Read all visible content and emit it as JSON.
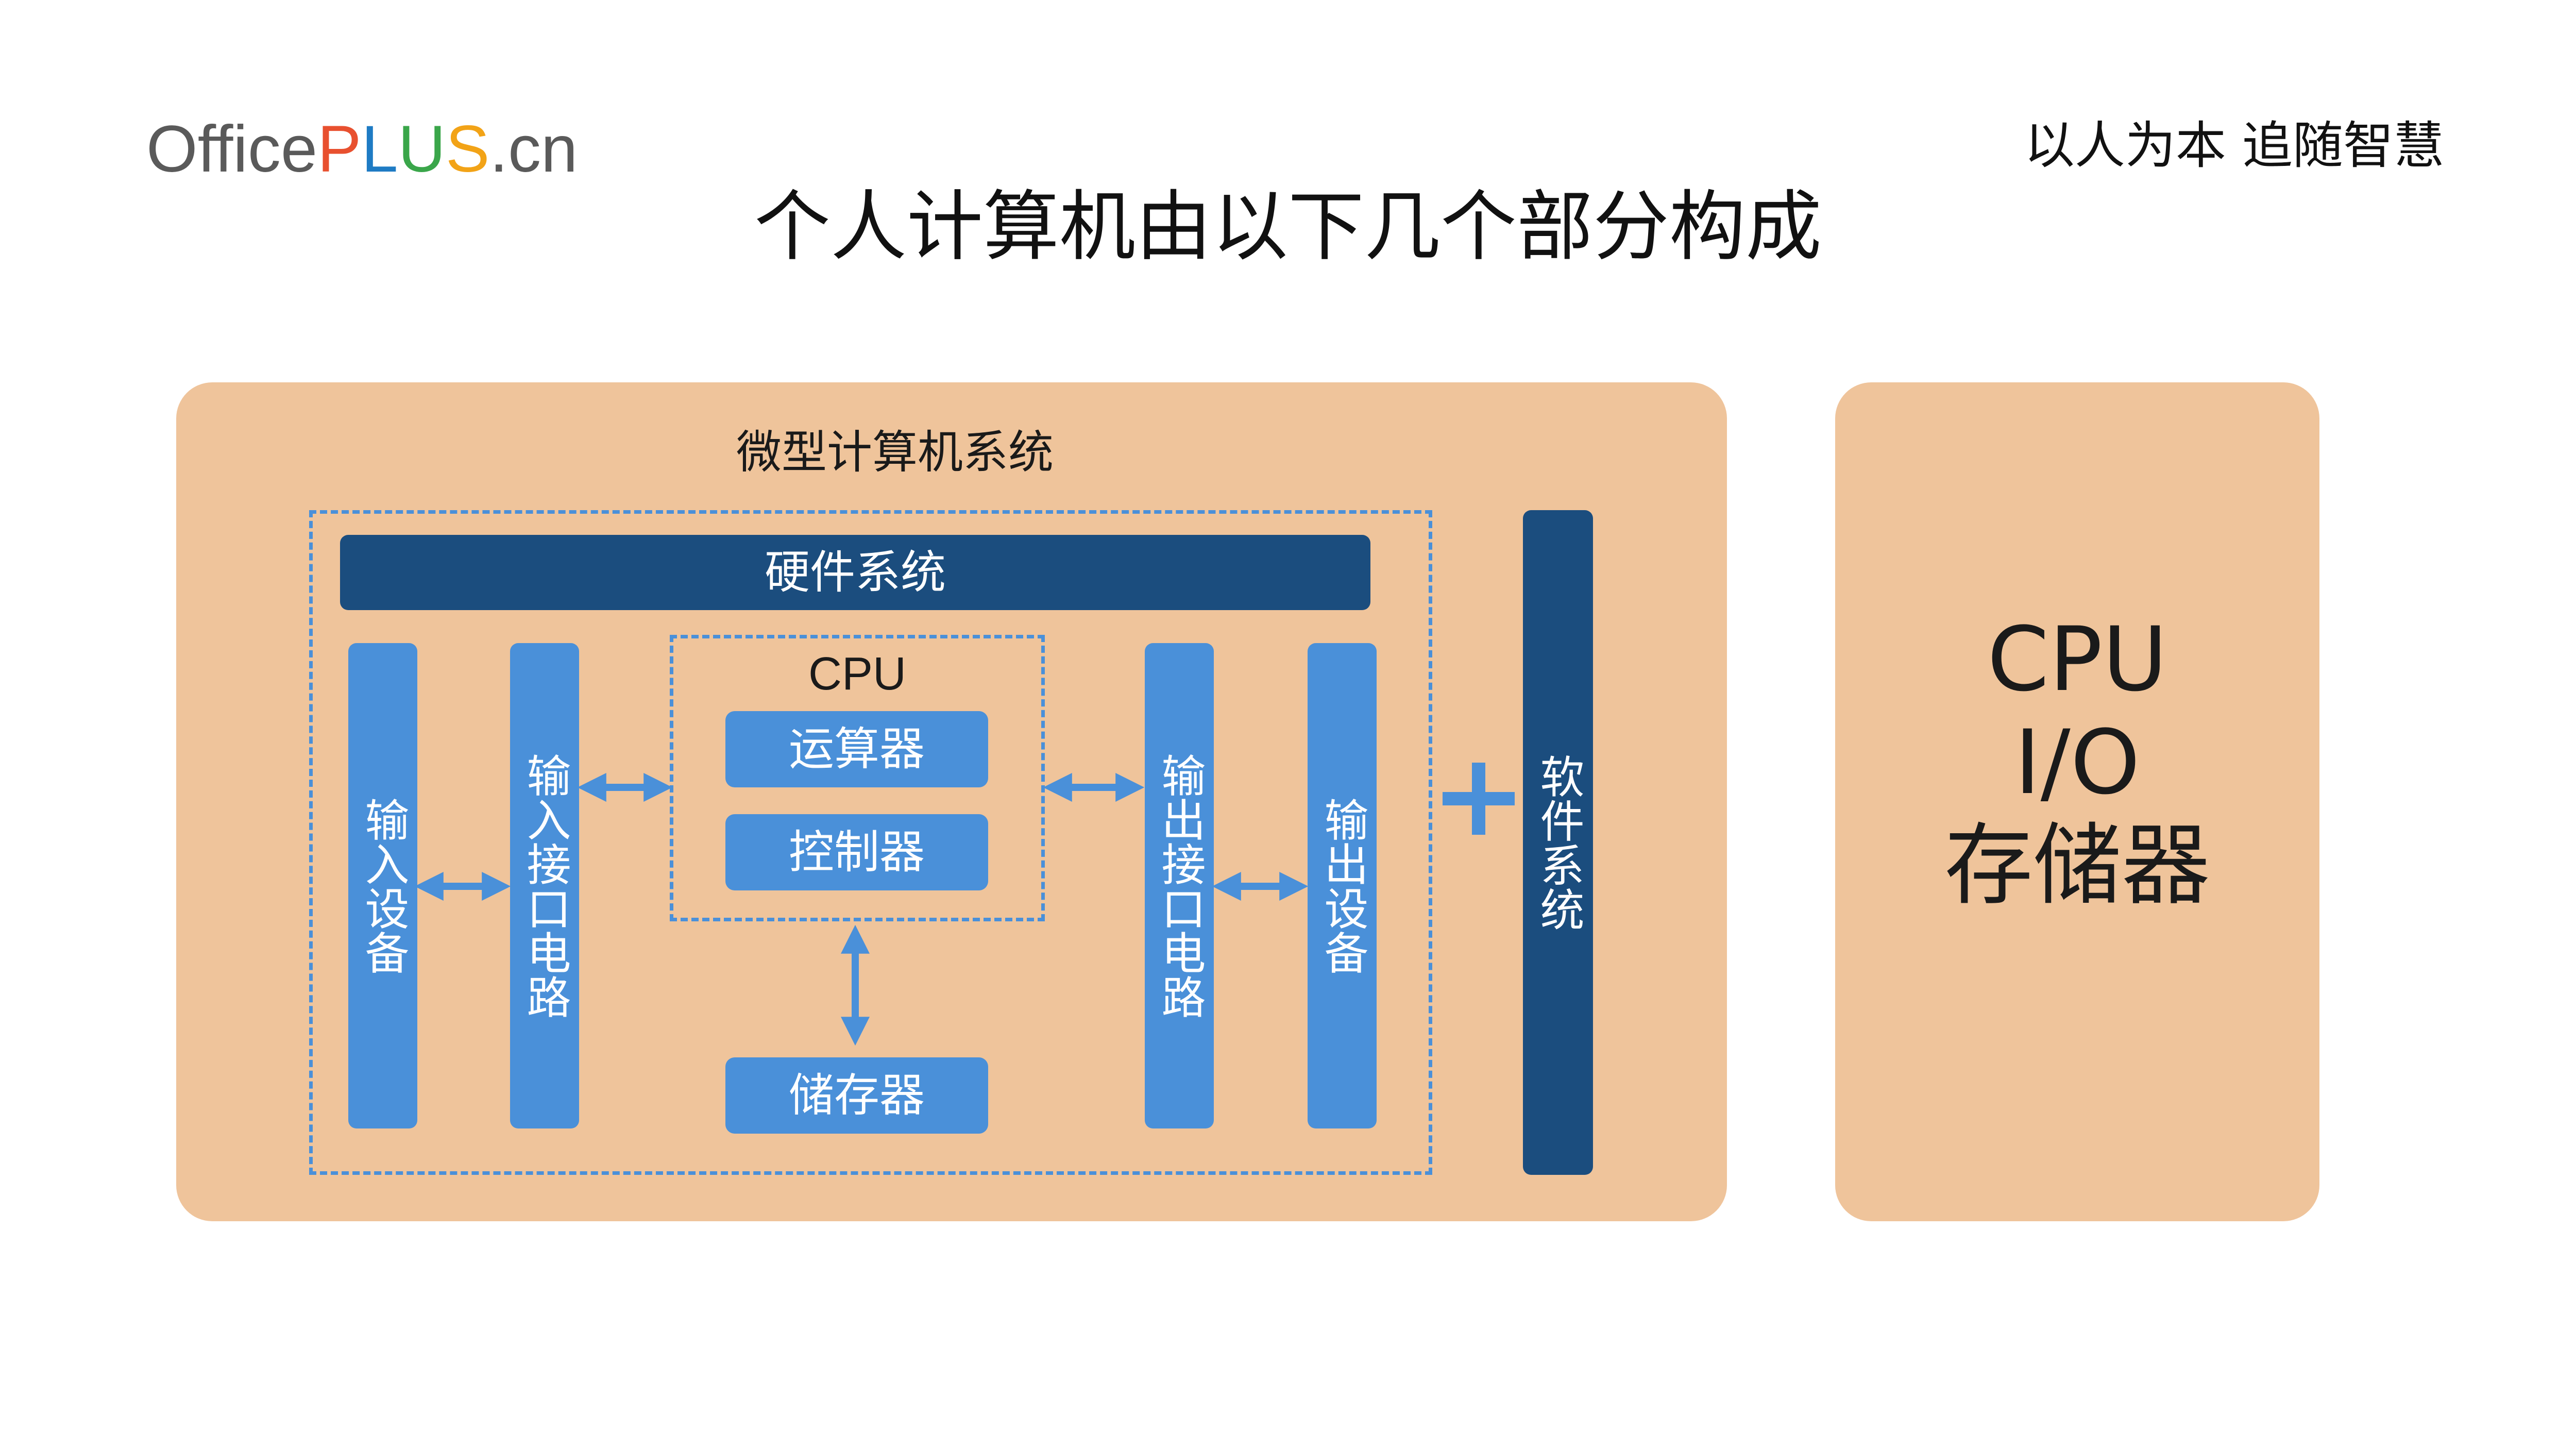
{
  "logo": {
    "parts": [
      {
        "text": "Office",
        "color": "#5a5a5a"
      },
      {
        "text": "P",
        "color": "#E8502F"
      },
      {
        "text": "L",
        "color": "#1E7BC4"
      },
      {
        "text": "U",
        "color": "#3AA64A"
      },
      {
        "text": "S",
        "color": "#F2A317"
      },
      {
        "text": ".cn",
        "color": "#5a5a5a"
      }
    ]
  },
  "slogan": "以人为本 追随智慧",
  "title": "个人计算机由以下几个部分构成",
  "diagram": {
    "system_label": "微型计算机系统",
    "hardware_label": "硬件系统",
    "software_label": "软件系统",
    "input_device": "输入设备",
    "input_interface": "输入接口电路",
    "cpu_label": "CPU",
    "alu": "运算器",
    "controller": "控制器",
    "memory": "储存器",
    "output_interface": "输出接口电路",
    "output_device": "输出设备"
  },
  "side_panel": {
    "lines": [
      "CPU",
      "I/O",
      "存储器"
    ]
  },
  "colors": {
    "panel": "#EFC49B",
    "dark_blue": "#1B4D7E",
    "light_blue": "#4A90D9"
  }
}
